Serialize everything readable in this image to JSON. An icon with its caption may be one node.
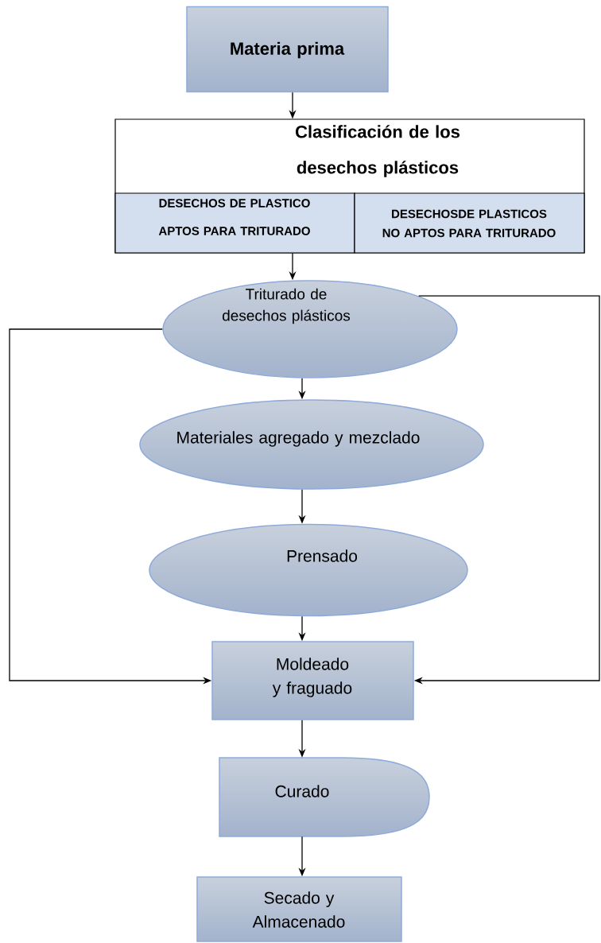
{
  "diagram": {
    "nodes": [
      {
        "text": [
          "Materia prima"
        ]
      },
      {
        "text": [
          "Clasificación de los desechos plásticos"
        ]
      },
      {
        "text": [
          "DESECHOS DE PLASTICO APTOS PARA TRITURADO"
        ],
        "in": 1
      },
      {
        "text": [
          "DESECHOSDE PLASTICOS NO APTOS PARA TRITURADO"
        ],
        "in": 1
      },
      {
        "text": [
          "Triturado de desechos plásticos"
        ]
      },
      {
        "text": [
          "Materiales agregado y mezclado"
        ]
      },
      {
        "text": [
          "Prensado"
        ]
      },
      {
        "text": [
          "Moldeado y fraguado"
        ]
      },
      {
        "text": [
          "Curado"
        ]
      },
      {
        "text": [
          "Secado y Almacenado"
        ]
      }
    ],
    "edges": [
      {
        "from": 0,
        "to": 1,
        "arrow": "to"
      },
      {
        "from": 2,
        "to": 4,
        "arrow": "to"
      },
      {
        "from": 4,
        "to": 5,
        "arrow": "to"
      },
      {
        "from": 5,
        "to": 6,
        "arrow": "to"
      },
      {
        "from": 6,
        "to": 7,
        "arrow": "to"
      },
      {
        "from": 4,
        "to": 7,
        "arrow": "to"
      },
      {
        "from": 4,
        "to": 7,
        "arrow": "to"
      },
      {
        "from": 7,
        "to": 8,
        "arrow": "to"
      },
      {
        "from": 8,
        "to": 9,
        "arrow": "to"
      }
    ]
  }
}
